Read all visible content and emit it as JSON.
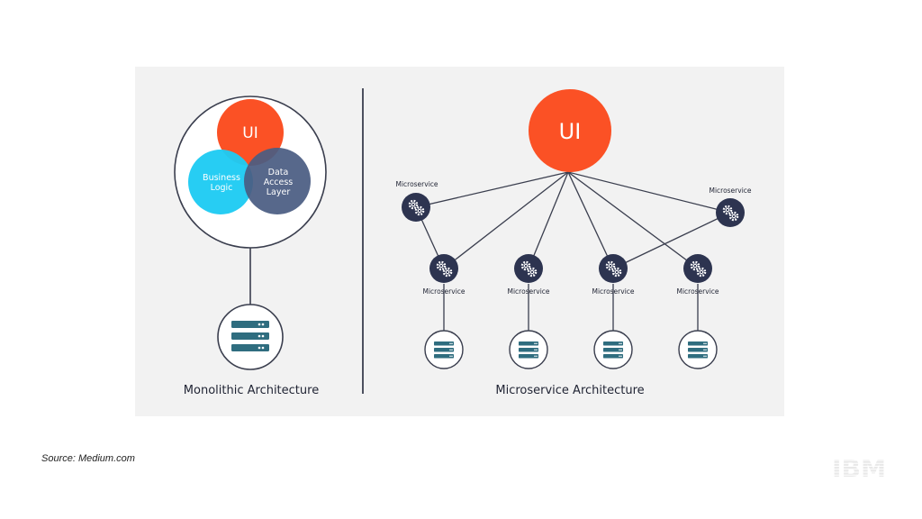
{
  "colors": {
    "panel_bg": "#f2f2f2",
    "ui_orange": "#fb5125",
    "business_blue": "#1ecbf3",
    "data_slate": "#4a5c82",
    "node_dark": "#2d3450",
    "server_teal": "#2f6d7f",
    "line": "#3a3e4e"
  },
  "monolith": {
    "ui_label": "UI",
    "business_label_1": "Business",
    "business_label_2": "Logic",
    "data_label_1": "Data",
    "data_label_2": "Access",
    "data_label_3": "Layer",
    "caption": "Monolithic Architecture"
  },
  "micro": {
    "ui_label": "UI",
    "microservice_label": "Microservice",
    "caption": "Microservice Architecture"
  },
  "footer": {
    "source": "Source: Medium.com",
    "logo_text": "IBM"
  }
}
